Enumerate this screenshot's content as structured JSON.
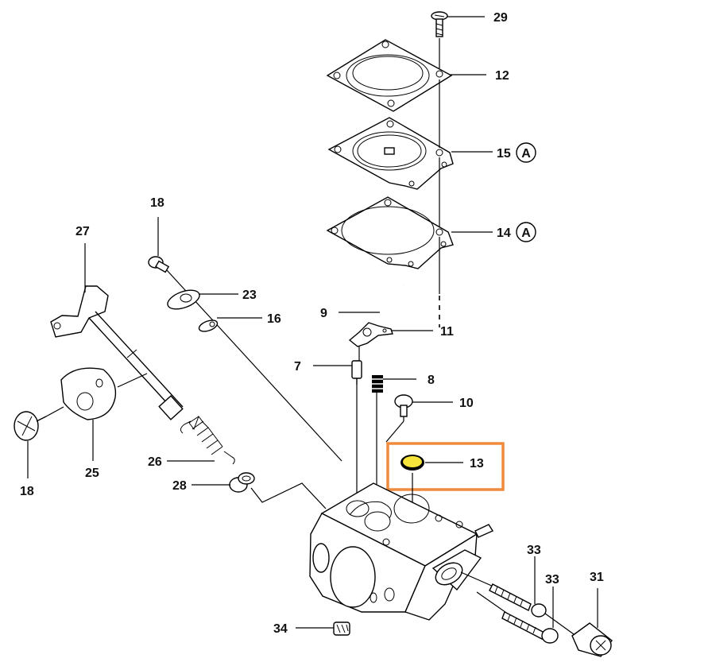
{
  "labels": {
    "p29": "29",
    "p12": "12",
    "p15": "15",
    "p14": "14",
    "p18a": "18",
    "p27": "27",
    "p23": "23",
    "p16": "16",
    "p9": "9",
    "p11": "11",
    "p7": "7",
    "p8": "8",
    "p10": "10",
    "p13": "13",
    "p18b": "18",
    "p25": "25",
    "p26": "26",
    "p28": "28",
    "p33a": "33",
    "p33b": "33",
    "p31": "31",
    "p34": "34"
  },
  "badges": {
    "b15": "A",
    "b14": "A"
  },
  "colors": {
    "highlight_box": "#f08a3c",
    "highlight_part": "#f7e43a"
  }
}
